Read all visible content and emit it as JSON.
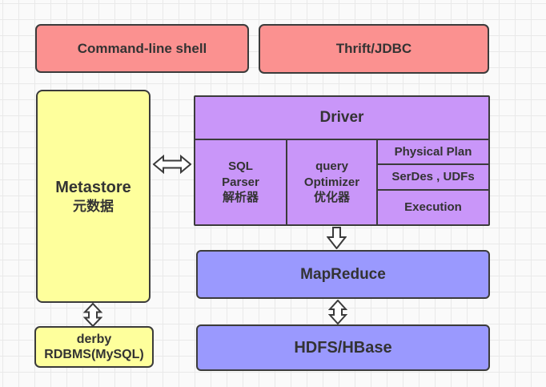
{
  "colors": {
    "pink": "#fb9190",
    "yellow": "#feff9c",
    "purple": "#c996f9",
    "periwinkle": "#9a99fe",
    "border": "#3b3b3b",
    "text": "#333333",
    "grid_line": "#e9e9e9",
    "background": "#fafafa"
  },
  "nodes": {
    "command_shell": {
      "label": "Command-line shell"
    },
    "thrift_jdbc": {
      "label": "Thrift/JDBC"
    },
    "metastore": {
      "title": "Metastore",
      "subtitle": "元数据"
    },
    "driver": {
      "title": "Driver"
    },
    "sql_parser": {
      "line1": "SQL",
      "line2": "Parser",
      "line3": "解析器"
    },
    "query_optimizer": {
      "line1": "query",
      "line2": "Optimizer",
      "line3": "优化器"
    },
    "physical_plan": {
      "label": "Physical Plan"
    },
    "serdes_udfs": {
      "label": "SerDes , UDFs"
    },
    "execution": {
      "label": "Execution"
    },
    "mapreduce": {
      "label": "MapReduce"
    },
    "hdfs_hbase": {
      "label": "HDFS/HBase"
    },
    "derby": {
      "line1": "derby",
      "line2": "RDBMS(MySQL)"
    }
  },
  "connections": [
    {
      "from": "metastore",
      "to": "driver",
      "style": "hollow-double-arrow",
      "direction": "horizontal-bidirectional"
    },
    {
      "from": "driver",
      "to": "mapreduce",
      "style": "hollow-arrow",
      "direction": "down"
    },
    {
      "from": "mapreduce",
      "to": "hdfs_hbase",
      "style": "hollow-double-arrow",
      "direction": "vertical-bidirectional"
    },
    {
      "from": "metastore",
      "to": "derby",
      "style": "hollow-double-arrow",
      "direction": "vertical-bidirectional"
    }
  ]
}
